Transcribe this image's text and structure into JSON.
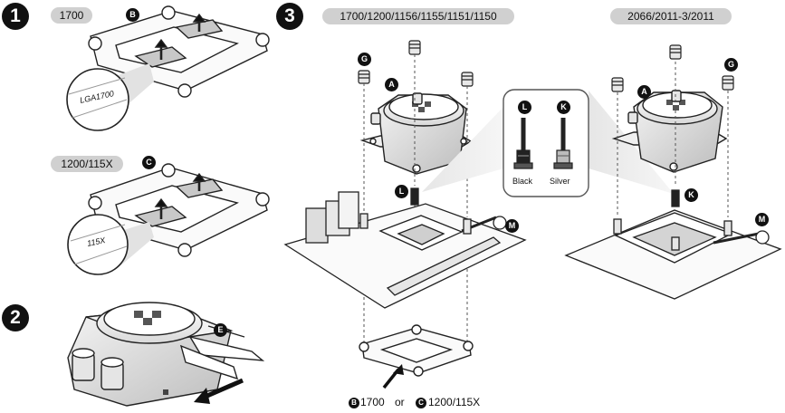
{
  "steps": {
    "one": "1",
    "two": "2",
    "three": "3"
  },
  "badges": {
    "socket_1700": "1700",
    "socket_1200_115x": "1200/115X",
    "socket_intel_mainstream": "1700/1200/1156/1155/1151/1150",
    "socket_hedt": "2066/2011-3/2011"
  },
  "callouts": {
    "a": "A",
    "b": "B",
    "c": "C",
    "e": "E",
    "g": "G",
    "k": "K",
    "l": "L",
    "m": "M"
  },
  "labels": {
    "lga1700_closeup": "LGA1700",
    "x115_closeup": "115X",
    "black": "Black",
    "silver": "Silver",
    "bottom_or": "or",
    "bottom_1700": "1700",
    "bottom_1200": "1200/115X"
  }
}
